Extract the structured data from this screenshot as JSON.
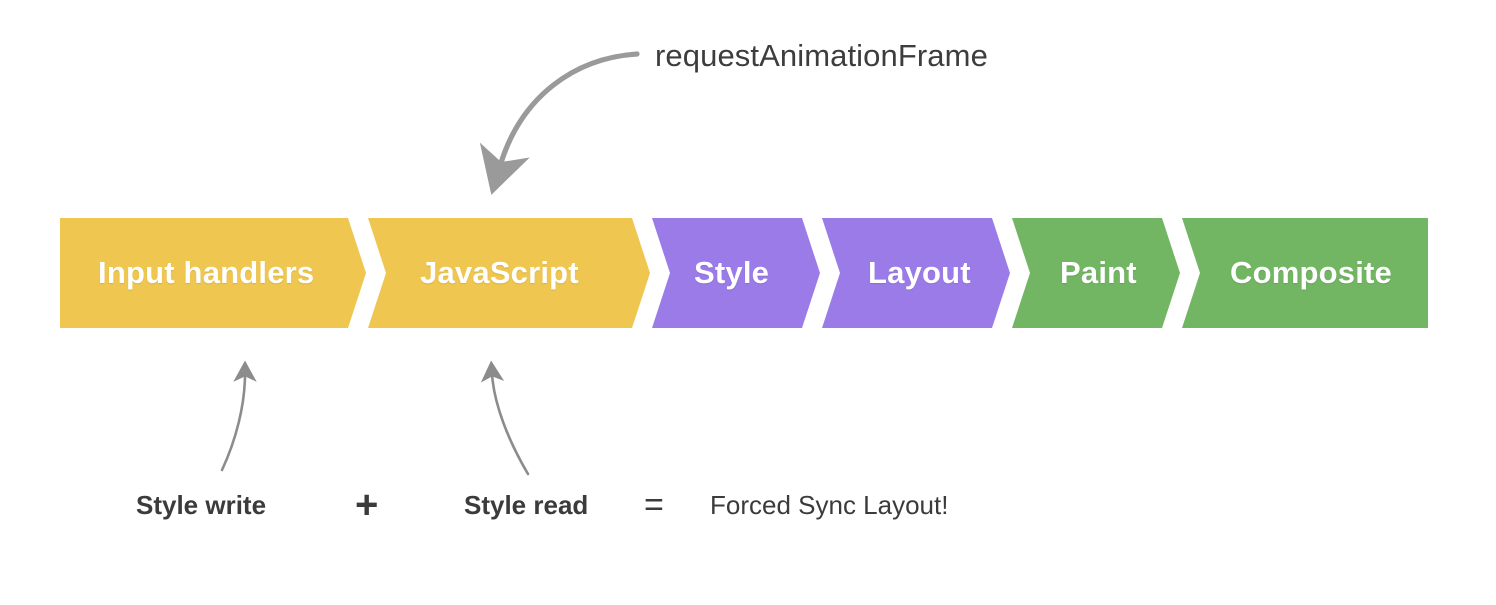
{
  "diagram": {
    "title_annotation": "requestAnimationFrame",
    "pipeline": {
      "segments": [
        {
          "label": "Input handlers",
          "color": "#EFC64F",
          "group": "javascript"
        },
        {
          "label": "JavaScript",
          "color": "#EFC64F",
          "group": "javascript"
        },
        {
          "label": "Style",
          "color": "#9B7BE8",
          "group": "style-layout"
        },
        {
          "label": "Layout",
          "color": "#9B7BE8",
          "group": "style-layout"
        },
        {
          "label": "Paint",
          "color": "#72B563",
          "group": "paint-composite"
        },
        {
          "label": "Composite",
          "color": "#72B563",
          "group": "paint-composite"
        }
      ]
    },
    "formula": {
      "term_one": "Style write",
      "operator_plus": "+",
      "term_two": "Style read",
      "operator_equals": "=",
      "result": "Forced Sync Layout!"
    },
    "colors": {
      "yellow": "#EFC64F",
      "purple": "#9B7BE8",
      "green": "#72B563",
      "arrow_gray": "#9A9A9A",
      "thin_arrow_gray": "#8C8C8C",
      "text_dark": "#3B3B3B",
      "label_white": "#FFFFFF",
      "background": "#FFFFFF"
    },
    "annotations": {
      "raf_arrow": "curved-arrow-down-to-javascript",
      "style_write_arrow": "curved-arrow-up-to-input-handlers",
      "style_read_arrow": "curved-arrow-up-to-javascript"
    }
  }
}
